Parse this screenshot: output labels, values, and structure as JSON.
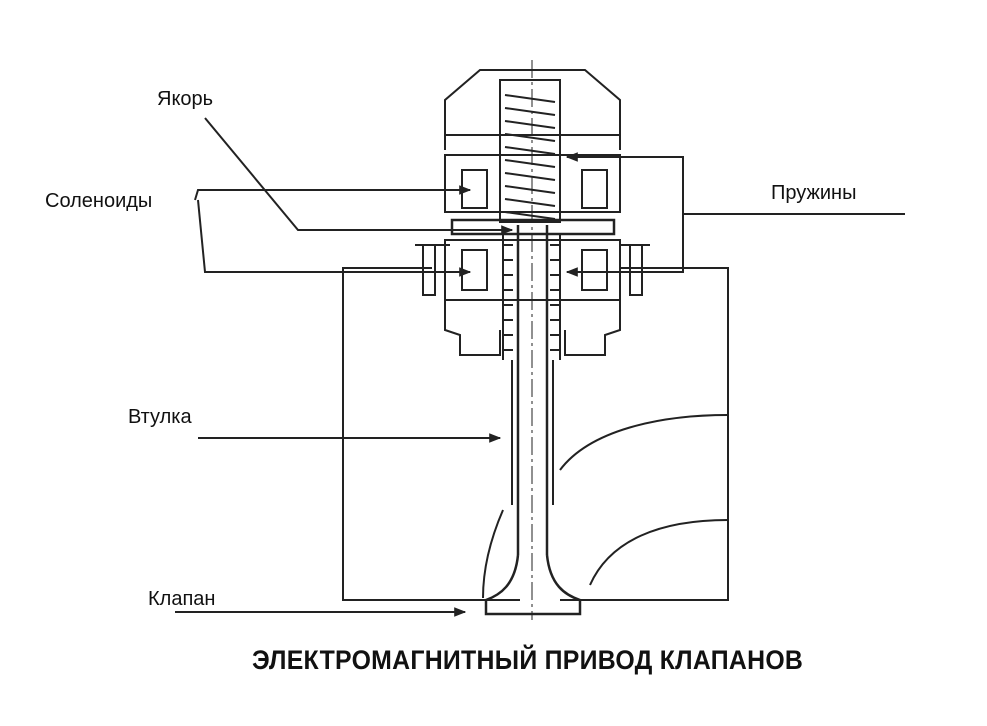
{
  "diagram": {
    "labels": {
      "armature": "Якорь",
      "solenoids": "Соленоиды",
      "springs": "Пружины",
      "bushing": "Втулка",
      "valve": "Клапан"
    },
    "title": "ЭЛЕКТРОМАГНИТНЫЙ ПРИВОД  КЛАПАНОВ"
  }
}
